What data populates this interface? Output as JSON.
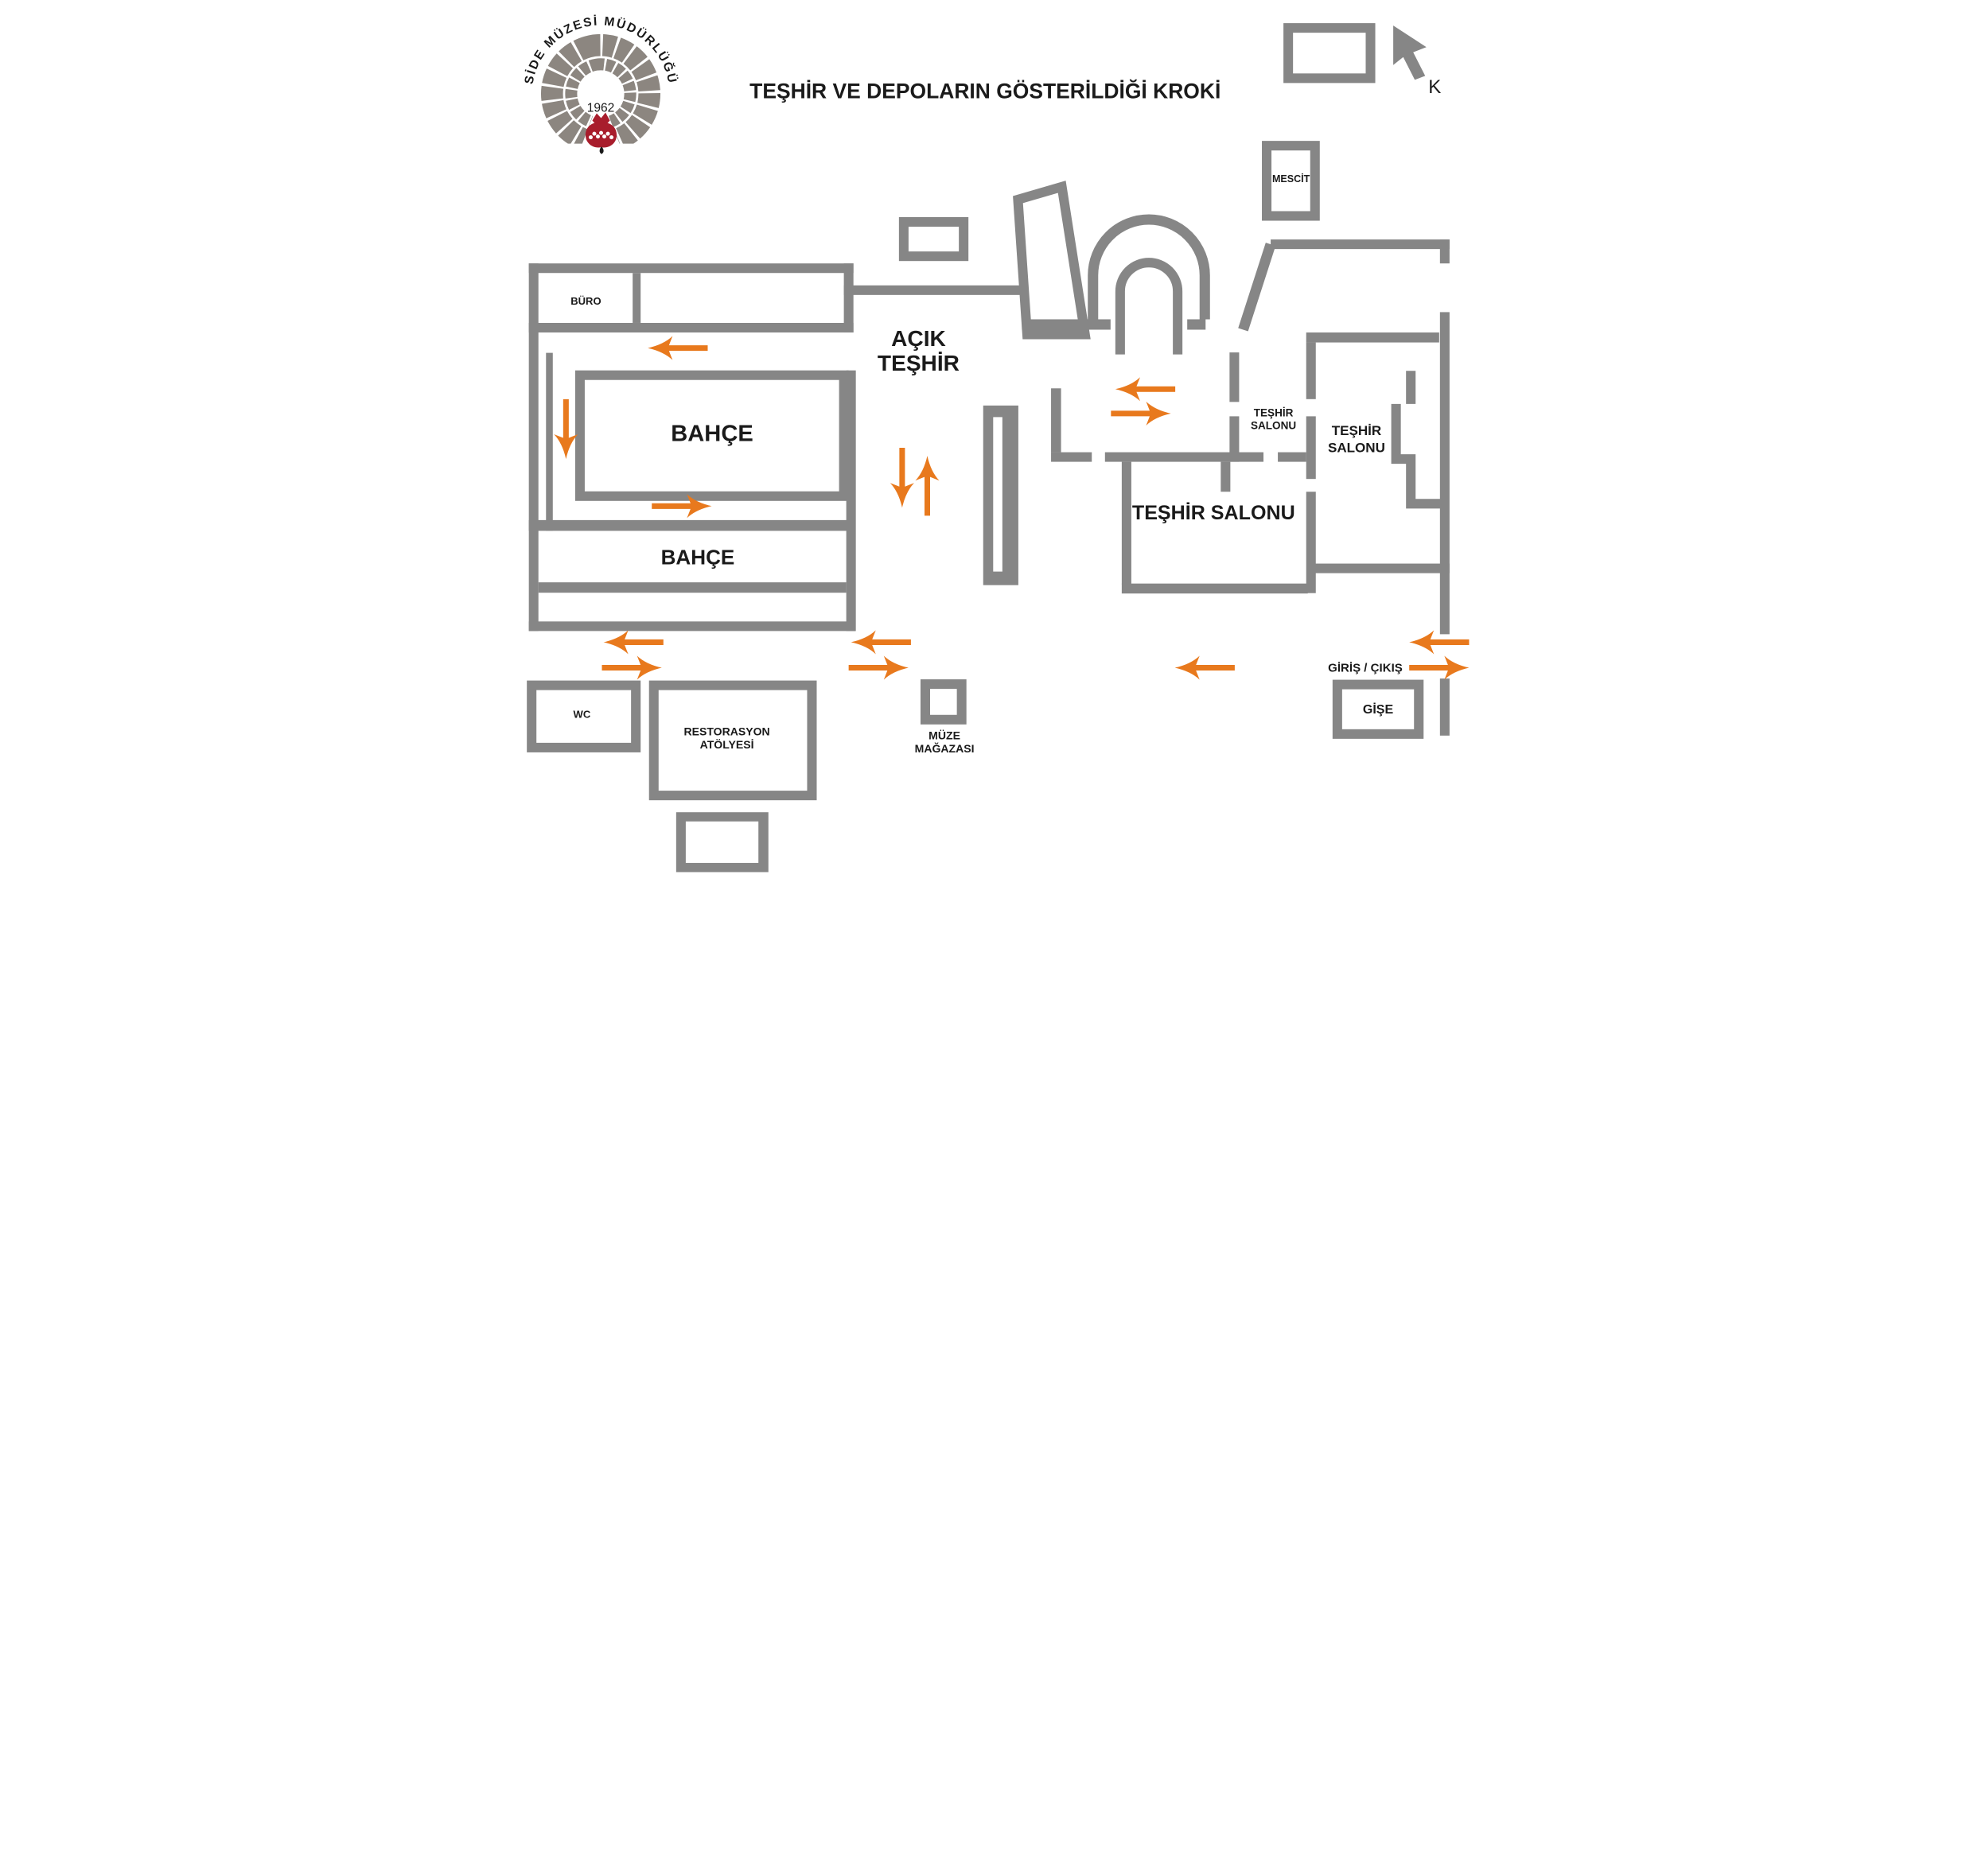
{
  "title": "TEŞHİR VE DEPOLARIN GÖSTERİLDİĞİ KROKİ",
  "logo": {
    "arc_text": "SİDE MÜZESİ MÜDÜRLÜĞÜ",
    "year": "1962"
  },
  "north": {
    "label": "K"
  },
  "labels": {
    "mescit": "MESCİT",
    "buro": "BÜRO",
    "acik_teshir": [
      "AÇIK",
      "TEŞHİR"
    ],
    "bahce_upper": "BAHÇE",
    "bahce_lower": "BAHÇE",
    "teshir_salonu_small": [
      "TEŞHİR",
      "SALONU"
    ],
    "teshir_salonu_right": [
      "TEŞHİR",
      "SALONU"
    ],
    "teshir_salonu_main": "TEŞHİR SALONU",
    "giris_cikis": "GİRİŞ / ÇIKIŞ",
    "gise": "GİŞE",
    "wc": "WC",
    "restorasyon_atolyesi": [
      "RESTORASYON",
      "ATÖLYESİ"
    ],
    "muze_magazasi": [
      "MÜZE",
      "MAĞAZASI"
    ]
  },
  "colors": {
    "wall": "#868686",
    "arrow": "#E8791D",
    "logo_gray": "#8C8680",
    "logo_red": "#A81D2C",
    "text": "#1A1A1A",
    "background": "#FFFFFF"
  },
  "icons": {
    "north_arrow": "cursor-style-arrow-up-left",
    "flow_arrow": "orange-direction-arrow",
    "logo_mark": "theater-cavea-fan-with-pomegranate"
  }
}
